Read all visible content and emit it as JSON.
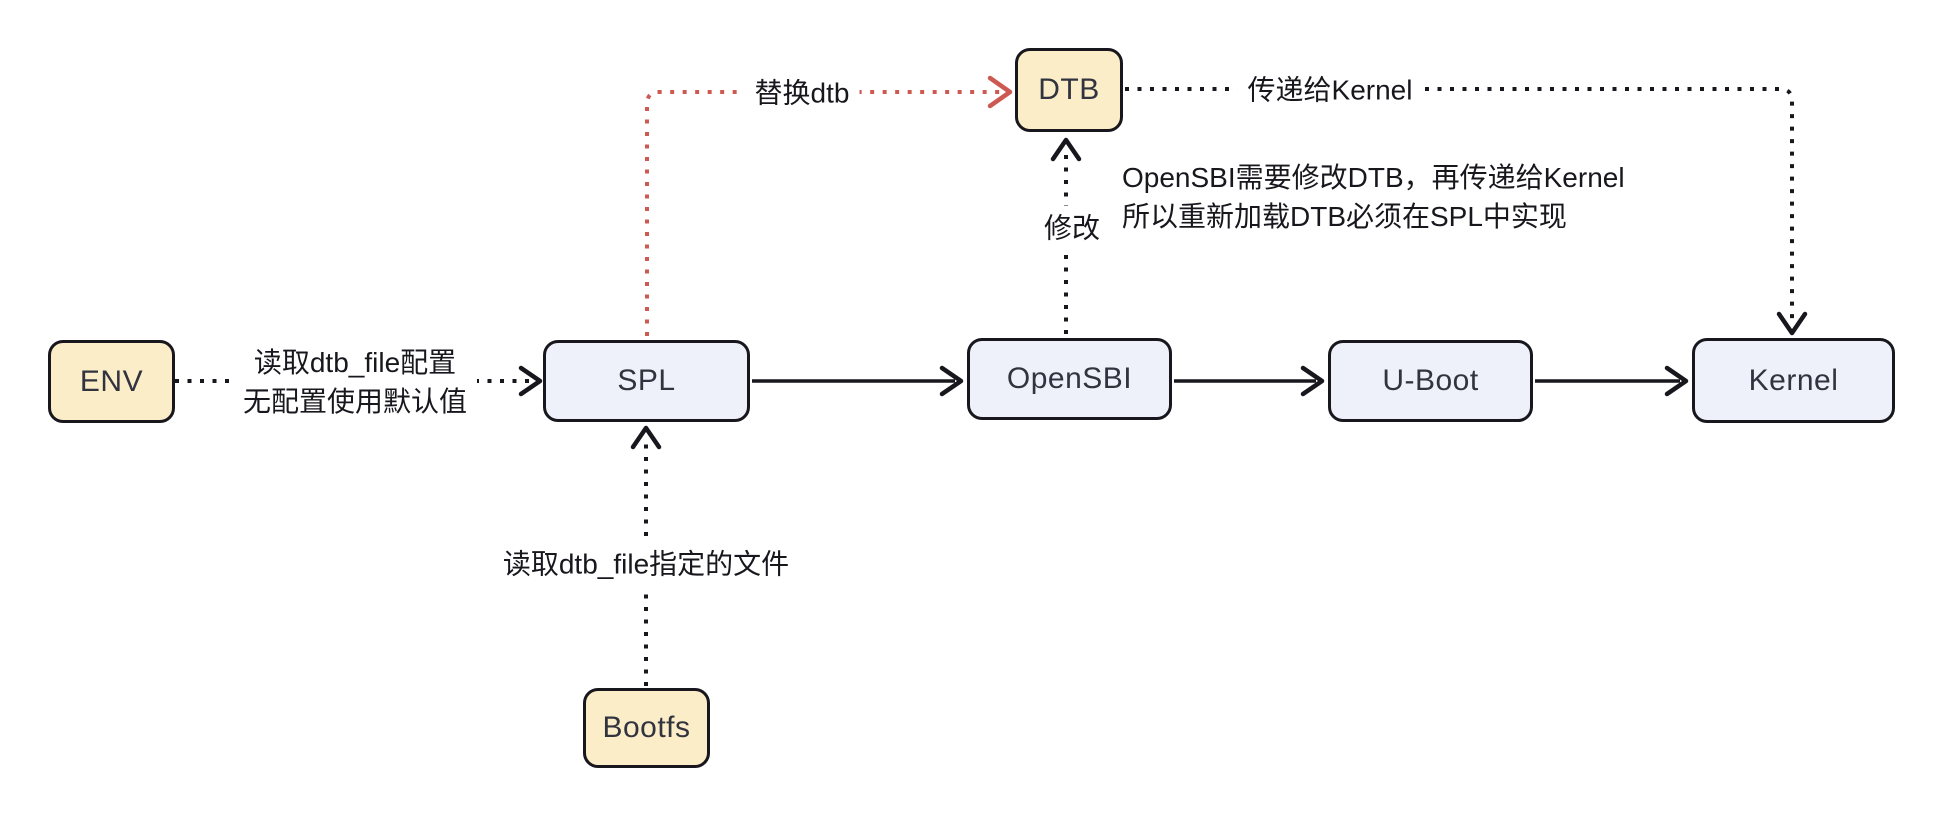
{
  "colors": {
    "background": "#ffffff",
    "border": "#17171d",
    "box_yellow": "#faedc8",
    "box_blue": "#eef1f9",
    "box_text": "#31333e",
    "text": "#17171d",
    "red": "#cd5a52"
  },
  "diagram": {
    "nodes": {
      "env": {
        "label": "ENV",
        "fill": "#faedc8"
      },
      "spl": {
        "label": "SPL",
        "fill": "#eef1f9"
      },
      "opensbi": {
        "label": "OpenSBI",
        "fill": "#eef1f9"
      },
      "uboot": {
        "label": "U-Boot",
        "fill": "#eef1f9"
      },
      "kernel": {
        "label": "Kernel",
        "fill": "#eef1f9"
      },
      "dtb": {
        "label": "DTB",
        "fill": "#faedc8"
      },
      "bootfs": {
        "label": "Bootfs",
        "fill": "#faedc8"
      }
    },
    "edges": {
      "env_to_spl": {
        "from": "ENV",
        "to": "SPL",
        "style": "dotted",
        "color": "#17171d",
        "label": [
          "读取dtb_file配置",
          "无配置使用默认值"
        ]
      },
      "spl_to_opensbi": {
        "from": "SPL",
        "to": "OpenSBI",
        "style": "solid",
        "color": "#17171d",
        "label": ""
      },
      "opensbi_to_uboot": {
        "from": "OpenSBI",
        "to": "U-Boot",
        "style": "solid",
        "color": "#17171d",
        "label": ""
      },
      "uboot_to_kernel": {
        "from": "U-Boot",
        "to": "Kernel",
        "style": "solid",
        "color": "#17171d",
        "label": ""
      },
      "spl_to_dtb": {
        "from": "SPL",
        "to": "DTB",
        "style": "dotted",
        "color": "#cd5a52",
        "label": "替换dtb"
      },
      "opensbi_to_dtb": {
        "from": "OpenSBI",
        "to": "DTB",
        "style": "dotted",
        "color": "#17171d",
        "label": "修改"
      },
      "dtb_to_kernel": {
        "from": "DTB",
        "to": "Kernel",
        "style": "dotted",
        "color": "#17171d",
        "label": "传递给Kernel"
      },
      "bootfs_to_spl": {
        "from": "Bootfs",
        "to": "SPL",
        "style": "dotted",
        "color": "#17171d",
        "label": "读取dtb_file指定的文件"
      }
    },
    "annotation": {
      "line1": "OpenSBI需要修改DTB，再传递给Kernel",
      "line2": "所以重新加载DTB必须在SPL中实现"
    }
  }
}
